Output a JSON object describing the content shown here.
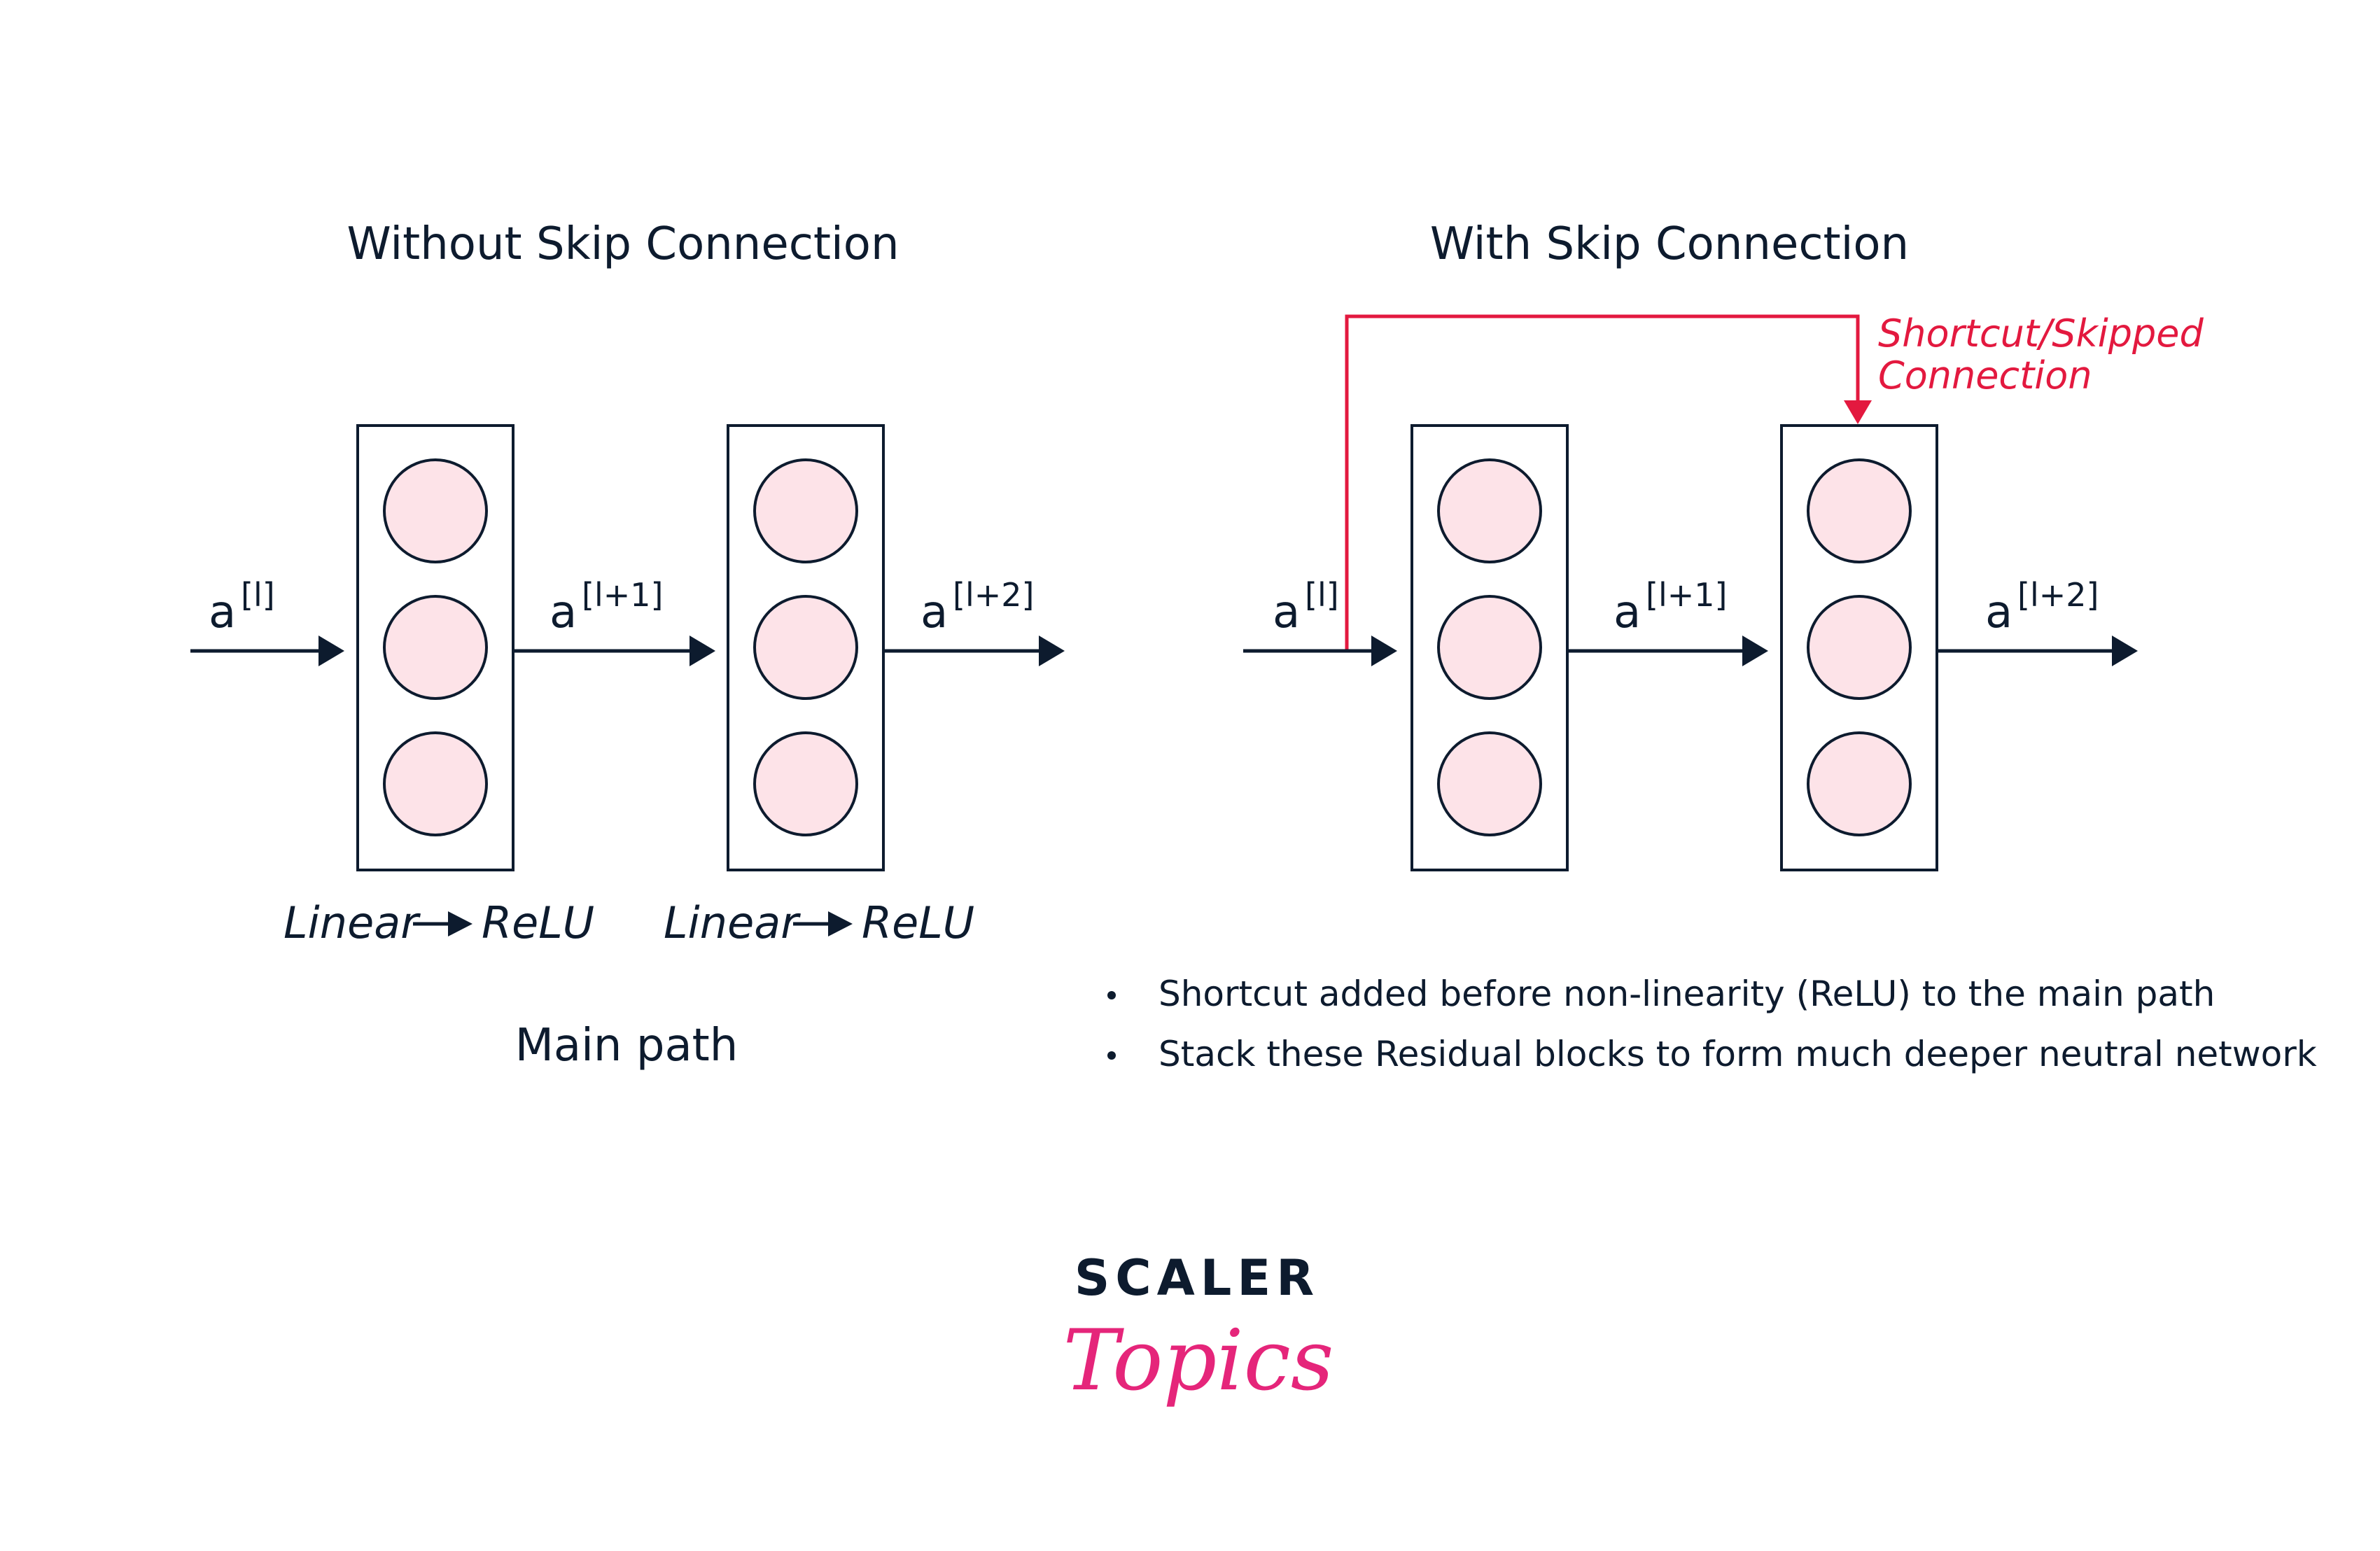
{
  "left": {
    "title": "Without Skip Connection",
    "inputs": [
      {
        "base": "a",
        "sup": "[l]"
      },
      {
        "base": "a",
        "sup": "[l+1]"
      },
      {
        "base": "a",
        "sup": "[l+2]"
      }
    ],
    "block_caption": {
      "linear": "Linear",
      "relu": "ReLU"
    },
    "footer": "Main path"
  },
  "right": {
    "title": "With Skip Connection",
    "inputs": [
      {
        "base": "a",
        "sup": "[l]"
      },
      {
        "base": "a",
        "sup": "[l+1]"
      },
      {
        "base": "a",
        "sup": "[l+2]"
      }
    ],
    "shortcut_label": [
      "Shortcut/Skipped",
      "Connection"
    ],
    "bullets": [
      "Shortcut added before non-linearity (ReLU) to the main path",
      "Stack these Residual blocks to form much deeper neutral network"
    ]
  },
  "brand": {
    "line1": "SCALER",
    "line2": "Topics"
  },
  "colors": {
    "ink": "#0d1b2e",
    "neuron_fill": "#fde3e8",
    "shortcut": "#e3193f",
    "brand_accent": "#e5257a"
  }
}
